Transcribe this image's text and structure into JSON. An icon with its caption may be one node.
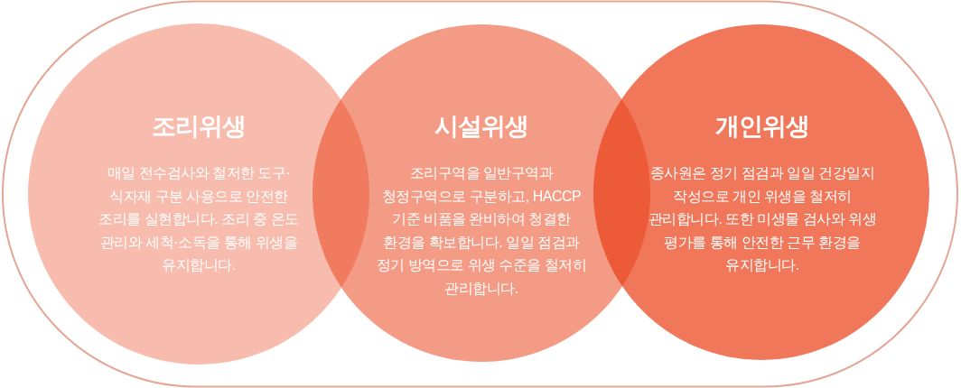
{
  "diagram": {
    "nodes": [
      {
        "text": [
          "조리위생",
          "매일 전수검사와 철저한 도구·식자재 구분 사용으로 안전한 조리를 실현합니다. 조리 중 온도 관리와 세척·소독을 통해 위생을 유지합니다."
        ]
      },
      {
        "text": [
          "시설위생",
          "조리구역을 일반구역과 청정구역으로 구분하고, HACCP 기준 비품을 완비하여 청결한 환경을 확보합니다. 일일 점검과 정기 방역으로 위생 수준을 철저히 관리합니다."
        ]
      },
      {
        "text": [
          "개인위생",
          "종사원은 정기 점검과 일일 건강일지 작성으로 개인 위생을 철저히 관리합니다. 또한 미생물 검사와 위생 평가를 통해 안전한 근무 환경을 유지합니다."
        ]
      }
    ]
  }
}
